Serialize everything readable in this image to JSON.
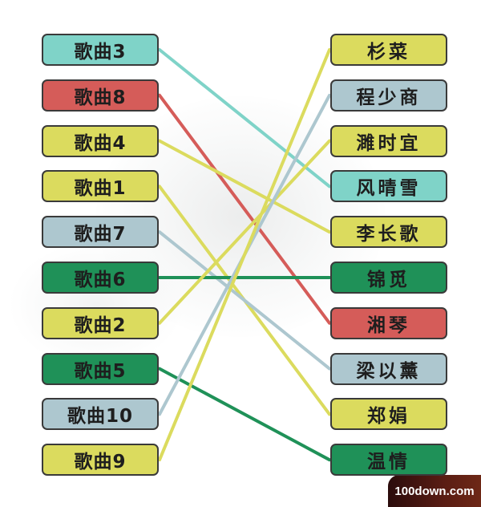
{
  "colors": {
    "teal": "#7fd3c8",
    "red": "#d55c59",
    "yellow": "#dbdb5e",
    "grey": "#adc7cf",
    "green": "#1f9158"
  },
  "left_items": [
    {
      "label": "歌曲3",
      "color": "teal"
    },
    {
      "label": "歌曲8",
      "color": "red"
    },
    {
      "label": "歌曲4",
      "color": "yellow"
    },
    {
      "label": "歌曲1",
      "color": "yellow"
    },
    {
      "label": "歌曲7",
      "color": "grey"
    },
    {
      "label": "歌曲6",
      "color": "green"
    },
    {
      "label": "歌曲2",
      "color": "yellow"
    },
    {
      "label": "歌曲5",
      "color": "green"
    },
    {
      "label": "歌曲10",
      "color": "grey"
    },
    {
      "label": "歌曲9",
      "color": "yellow"
    }
  ],
  "right_items": [
    {
      "label": "杉菜",
      "color": "yellow"
    },
    {
      "label": "程少商",
      "color": "grey"
    },
    {
      "label": "濉时宜",
      "color": "yellow"
    },
    {
      "label": "风晴雪",
      "color": "teal"
    },
    {
      "label": "李长歌",
      "color": "yellow"
    },
    {
      "label": "锦觅",
      "color": "green"
    },
    {
      "label": "湘琴",
      "color": "red"
    },
    {
      "label": "梁以薰",
      "color": "grey"
    },
    {
      "label": "郑娟",
      "color": "yellow"
    },
    {
      "label": "温情",
      "color": "green"
    }
  ],
  "connections": [
    {
      "from": 0,
      "to": 3,
      "color": "teal"
    },
    {
      "from": 1,
      "to": 6,
      "color": "red"
    },
    {
      "from": 2,
      "to": 4,
      "color": "yellow"
    },
    {
      "from": 3,
      "to": 8,
      "color": "yellow"
    },
    {
      "from": 4,
      "to": 7,
      "color": "grey"
    },
    {
      "from": 5,
      "to": 5,
      "color": "green"
    },
    {
      "from": 6,
      "to": 2,
      "color": "yellow"
    },
    {
      "from": 7,
      "to": 9,
      "color": "green"
    },
    {
      "from": 8,
      "to": 1,
      "color": "grey"
    },
    {
      "from": 9,
      "to": 0,
      "color": "yellow"
    }
  ],
  "watermark": "100down.com"
}
